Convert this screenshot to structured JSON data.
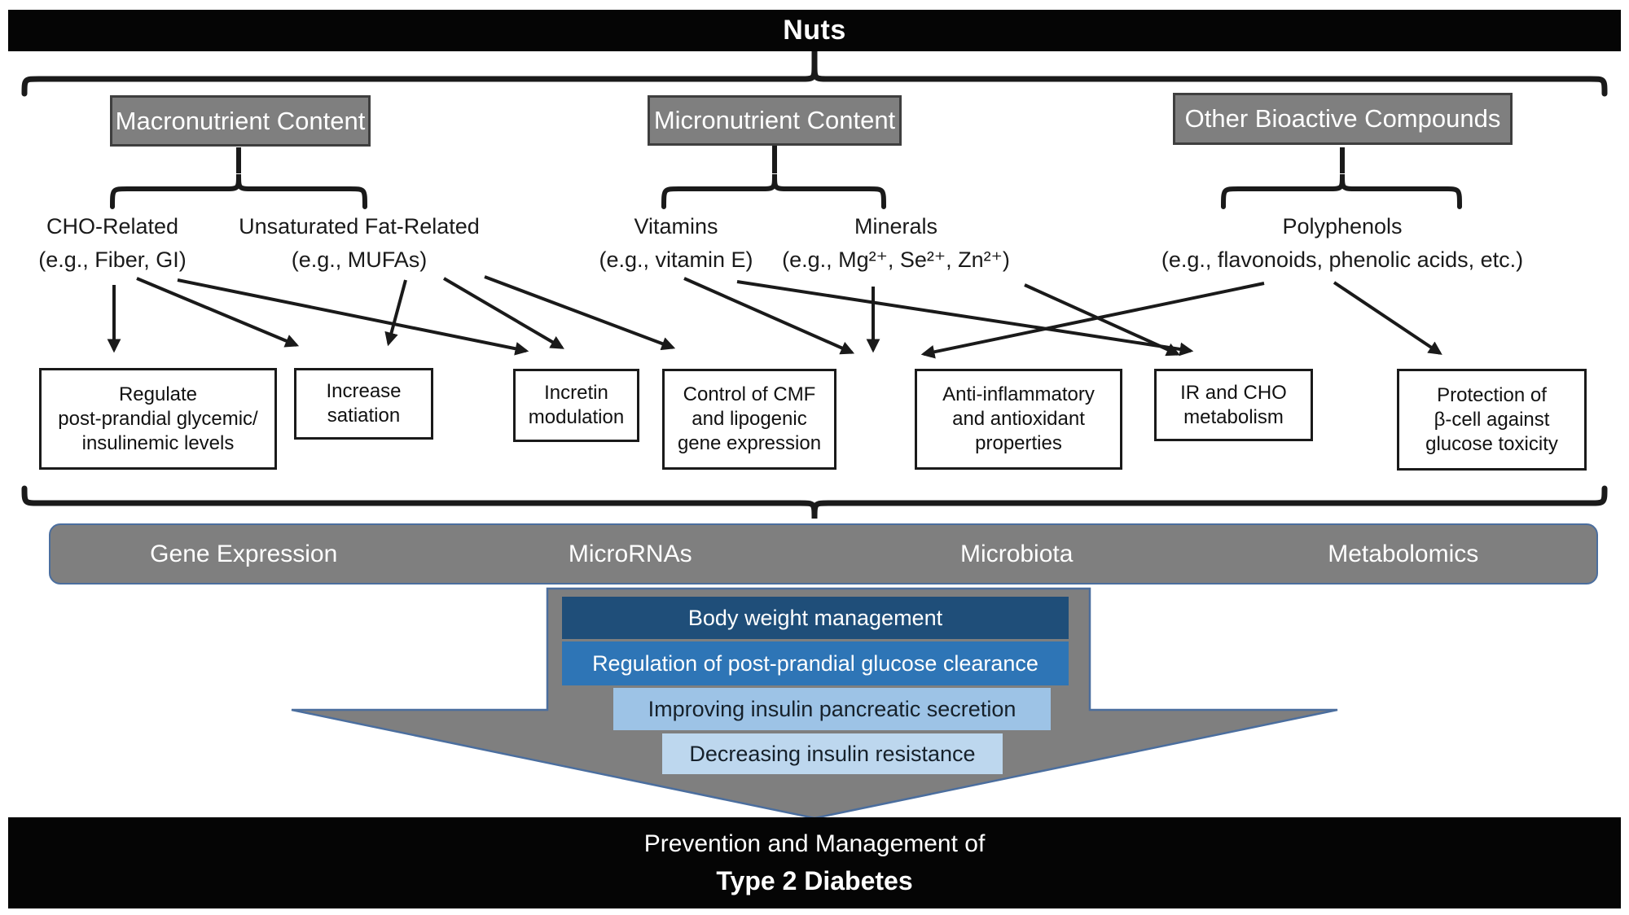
{
  "header": {
    "title": "Nuts"
  },
  "categories": [
    {
      "title": "Macronutrient Content",
      "children": [
        {
          "label": "CHO-Related",
          "example": "(e.g., Fiber, GI)"
        },
        {
          "label": "Unsaturated Fat-Related",
          "example": "(e.g., MUFAs)"
        }
      ]
    },
    {
      "title": "Micronutrient Content",
      "children": [
        {
          "label": "Vitamins",
          "example": "(e.g., vitamin E)"
        },
        {
          "label": "Minerals",
          "example": "(e.g., Mg²⁺, Se²⁺, Zn²⁺)"
        }
      ]
    },
    {
      "title": "Other Bioactive Compounds",
      "children": [
        {
          "label": "Polyphenols",
          "example": "(e.g., flavonoids, phenolic acids, etc.)"
        }
      ]
    }
  ],
  "mechanisms": [
    {
      "text": "Regulate\npost-prandial glycemic/\ninsulinemic levels"
    },
    {
      "text": "Increase\nsatiation"
    },
    {
      "text": "Incretin\nmodulation"
    },
    {
      "text": "Control of CMF\nand lipogenic\ngene expression"
    },
    {
      "text": "Anti-inflammatory\nand antioxidant\nproperties"
    },
    {
      "text": "IR and CHO\nmetabolism"
    },
    {
      "text": "Protection of\nβ-cell against\nglucose toxicity"
    }
  ],
  "omics": {
    "items": [
      "Gene Expression",
      "MicroRNAs",
      "Microbiota",
      "Metabolomics"
    ]
  },
  "funnel": [
    {
      "text": "Body weight management",
      "color": "#1f4e79"
    },
    {
      "text": "Regulation of post-prandial glucose clearance",
      "color": "#2e75b6"
    },
    {
      "text": "Improving insulin pancreatic secretion",
      "color": "#9dc3e6"
    },
    {
      "text": "Decreasing insulin resistance",
      "color": "#bdd7ee"
    }
  ],
  "outcome": {
    "line1": "Prevention and Management of",
    "line2": "Type 2 Diabetes"
  },
  "colors": {
    "category_box": "#7f7f7f",
    "omics_bar": "#7f7f7f",
    "arrow_body": "#7f7f7f",
    "blue_outline": "#4b6e9e",
    "bar_black": "#050505",
    "text_white": "#ffffff"
  }
}
